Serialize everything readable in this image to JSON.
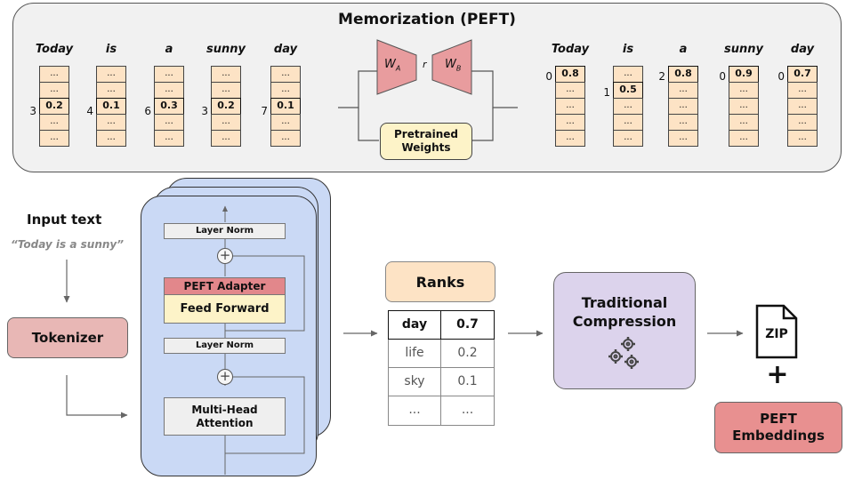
{
  "memorization": {
    "title": "Memorization (PEFT)",
    "left_columns": [
      {
        "word": "Today",
        "rank": "3",
        "cells": [
          "...",
          "...",
          "0.2",
          "...",
          "..."
        ]
      },
      {
        "word": "is",
        "rank": "4",
        "cells": [
          "...",
          "...",
          "0.1",
          "...",
          "..."
        ]
      },
      {
        "word": "a",
        "rank": "6",
        "cells": [
          "...",
          "...",
          "0.3",
          "...",
          "..."
        ]
      },
      {
        "word": "sunny",
        "rank": "3",
        "cells": [
          "...",
          "...",
          "0.2",
          "...",
          "..."
        ]
      },
      {
        "word": "day",
        "rank": "7",
        "cells": [
          "...",
          "...",
          "0.1",
          "...",
          "..."
        ]
      }
    ],
    "right_columns": [
      {
        "word": "Today",
        "rank": "0",
        "cells": [
          "0.8",
          "...",
          "...",
          "...",
          "..."
        ]
      },
      {
        "word": "is",
        "rank": "1",
        "cells": [
          "...",
          "0.5",
          "...",
          "...",
          "..."
        ]
      },
      {
        "word": "a",
        "rank": "2",
        "cells": [
          "0.8",
          "...",
          "...",
          "...",
          "..."
        ]
      },
      {
        "word": "sunny",
        "rank": "0",
        "cells": [
          "0.9",
          "...",
          "...",
          "...",
          "..."
        ]
      },
      {
        "word": "day",
        "rank": "0",
        "cells": [
          "0.7",
          "...",
          "...",
          "...",
          "..."
        ]
      }
    ],
    "wa_label": "W",
    "wa_sub": "A",
    "r_label": "r",
    "wb_label": "W",
    "wb_sub": "B",
    "pretrained_line1": "Pretrained",
    "pretrained_line2": "Weights"
  },
  "input": {
    "label": "Input text",
    "text": "“Today is a sunny”"
  },
  "tokenizer_label": "Tokenizer",
  "transformer": {
    "layer_norm_top": "Layer Norm",
    "peft_adapter": "PEFT Adapter",
    "feed_forward": "Feed Forward",
    "layer_norm_bottom": "Layer Norm",
    "mha_line1": "Multi-Head",
    "mha_line2": "Attention",
    "plus": "+"
  },
  "ranks": {
    "title": "Ranks",
    "rows": [
      {
        "token": "day",
        "value": "0.7"
      },
      {
        "token": "life",
        "value": "0.2"
      },
      {
        "token": "sky",
        "value": "0.1"
      },
      {
        "token": "...",
        "value": "..."
      }
    ]
  },
  "compression": {
    "line1": "Traditional",
    "line2": "Compression",
    "icon": "gears-icon"
  },
  "output": {
    "zip_label": "ZIP",
    "plus": "+",
    "peft_line1": "PEFT",
    "peft_line2": "Embeddings"
  },
  "colors": {
    "panel_bg": "#f1f1f1",
    "cell_fill": "#fde3c5",
    "trapezoid": "#e89c9e",
    "pretrained_fill": "#fdf3c8",
    "transformer_fill": "#cad9f5",
    "peft_adapter": "#e2878b",
    "feed_forward": "#fdf3c8",
    "tokenizer_fill": "#e8b7b5",
    "ranks_fill": "#fde3c5",
    "compression_fill": "#dcd3ec",
    "peft_embeddings_fill": "#e89090"
  }
}
